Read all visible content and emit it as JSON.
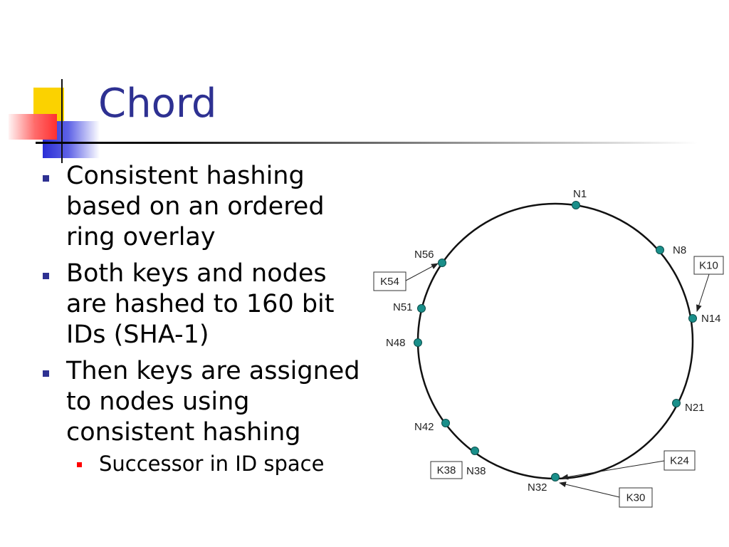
{
  "slide": {
    "title": "Chord",
    "bullets": [
      {
        "text": "Consistent hashing based on an ordered ring overlay",
        "sub": []
      },
      {
        "text": "Both keys and nodes are hashed to 160 bit IDs (SHA-1)",
        "sub": []
      },
      {
        "text": "Then keys are assigned to nodes using consistent hashing",
        "sub": [
          "Successor in ID space"
        ]
      }
    ]
  },
  "colors": {
    "title": "#2e3192",
    "bullet_marker": "#2e3192",
    "sub_bullet_marker": "#ff0000",
    "node_fill": "#1a8f8a",
    "ring_stroke": "#111111"
  },
  "diagram": {
    "nodes": [
      "N1",
      "N8",
      "N14",
      "N21",
      "N32",
      "N38",
      "N42",
      "N48",
      "N51",
      "N56"
    ],
    "keys": [
      {
        "label": "K10",
        "node": "N14"
      },
      {
        "label": "K24",
        "node": "N32"
      },
      {
        "label": "K30",
        "node": "N32"
      },
      {
        "label": "K38",
        "node": "N38"
      },
      {
        "label": "K54",
        "node": "N56"
      }
    ]
  }
}
